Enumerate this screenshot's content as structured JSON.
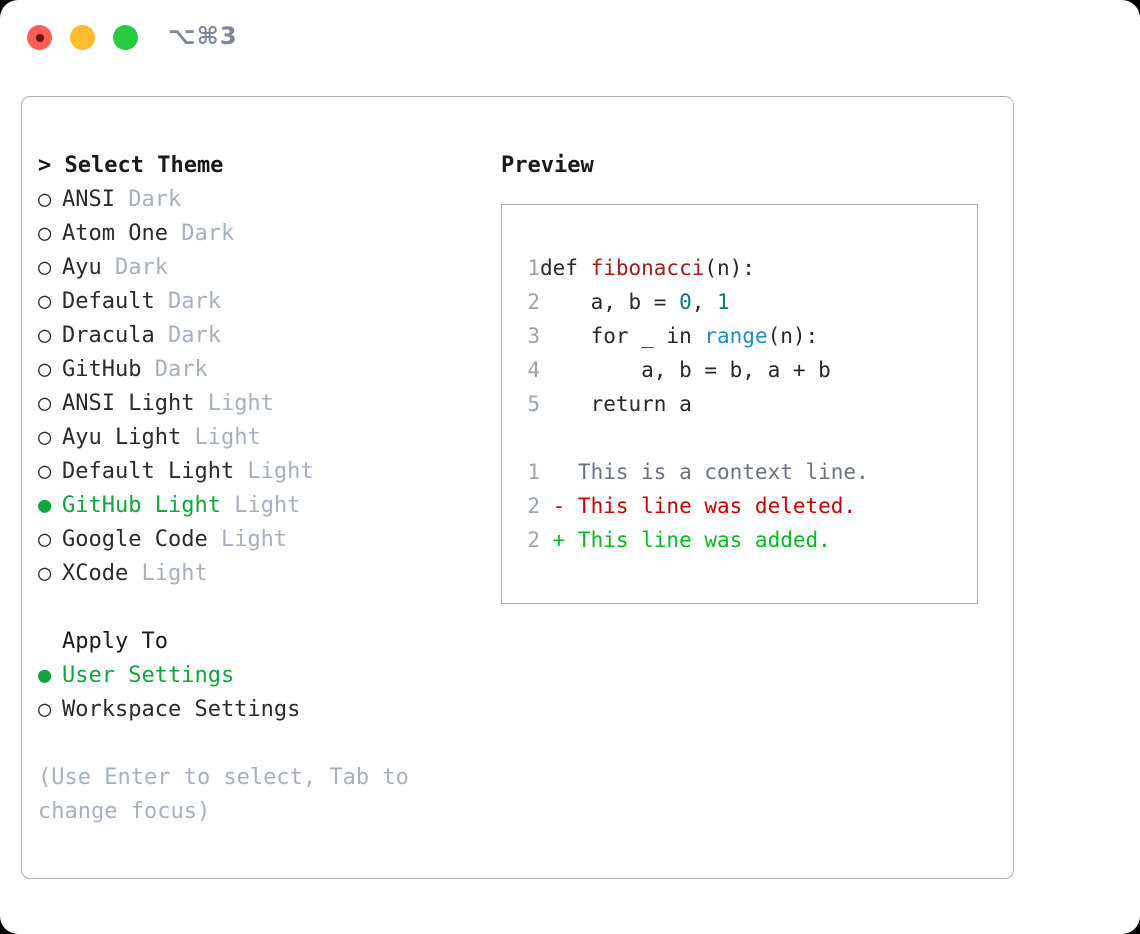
{
  "titlebar": {
    "shortcut": "⌥⌘3",
    "lights": [
      "close-red",
      "minimize-yellow",
      "maximize-green"
    ]
  },
  "theme_panel": {
    "header": "> Select Theme",
    "items": [
      {
        "marker": "○",
        "label": "ANSI",
        "kind": "Dark",
        "selected": false
      },
      {
        "marker": "○",
        "label": "Atom One",
        "kind": "Dark",
        "selected": false
      },
      {
        "marker": "○",
        "label": "Ayu",
        "kind": "Dark",
        "selected": false
      },
      {
        "marker": "○",
        "label": "Default",
        "kind": "Dark",
        "selected": false
      },
      {
        "marker": "○",
        "label": "Dracula",
        "kind": "Dark",
        "selected": false
      },
      {
        "marker": "○",
        "label": "GitHub",
        "kind": "Dark",
        "selected": false
      },
      {
        "marker": "○",
        "label": "ANSI Light",
        "kind": "Light",
        "selected": false
      },
      {
        "marker": "○",
        "label": "Ayu Light",
        "kind": "Light",
        "selected": false
      },
      {
        "marker": "○",
        "label": "Default Light",
        "kind": "Light",
        "selected": false
      },
      {
        "marker": "●",
        "label": "GitHub Light",
        "kind": "Light",
        "selected": true
      },
      {
        "marker": "○",
        "label": "Google Code",
        "kind": "Light",
        "selected": false
      },
      {
        "marker": "○",
        "label": "XCode",
        "kind": "Light",
        "selected": false
      }
    ],
    "apply_to": {
      "header": "Apply To",
      "options": [
        {
          "marker": "●",
          "label": "User Settings",
          "selected": true
        },
        {
          "marker": "○",
          "label": "Workspace Settings",
          "selected": false
        }
      ]
    },
    "hint": "(Use Enter to select, Tab to change focus)"
  },
  "preview": {
    "title": "Preview",
    "code_lines": [
      {
        "num": "1",
        "tokens": [
          {
            "t": "def ",
            "c": "def"
          },
          {
            "t": "fibonacci",
            "c": "fn"
          },
          {
            "t": "(n):",
            "c": "plain"
          }
        ]
      },
      {
        "num": "2",
        "tokens": [
          {
            "t": "    a, b = ",
            "c": "plain"
          },
          {
            "t": "0",
            "c": "num"
          },
          {
            "t": ", ",
            "c": "plain"
          },
          {
            "t": "1",
            "c": "num"
          }
        ]
      },
      {
        "num": "3",
        "tokens": [
          {
            "t": "    for _ in ",
            "c": "plain"
          },
          {
            "t": "range",
            "c": "builtin"
          },
          {
            "t": "(n):",
            "c": "plain"
          }
        ]
      },
      {
        "num": "4",
        "tokens": [
          {
            "t": "        a, b = b, a + b",
            "c": "plain"
          }
        ]
      },
      {
        "num": "5",
        "tokens": [
          {
            "t": "    return a",
            "c": "plain"
          }
        ]
      }
    ],
    "diff_lines": [
      {
        "num": "1",
        "tokens": [
          {
            "t": "   This is a context line.",
            "c": "ctx"
          }
        ]
      },
      {
        "num": "2",
        "tokens": [
          {
            "t": " - This line was deleted.",
            "c": "del"
          }
        ]
      },
      {
        "num": "2",
        "tokens": [
          {
            "t": " + This line was added.",
            "c": "add"
          }
        ]
      }
    ]
  },
  "colors": {
    "selection_green": "#11a53f",
    "muted_gray": "#a7b0bd",
    "border": "#a8b2c0",
    "code_function": "#a31c1c",
    "code_number": "#0b7b73",
    "code_builtin": "#1f8ec9",
    "diff_added": "#00bb22",
    "diff_deleted": "#cc0000",
    "diff_context": "#6a737d",
    "line_number": "#9aa5b1"
  }
}
